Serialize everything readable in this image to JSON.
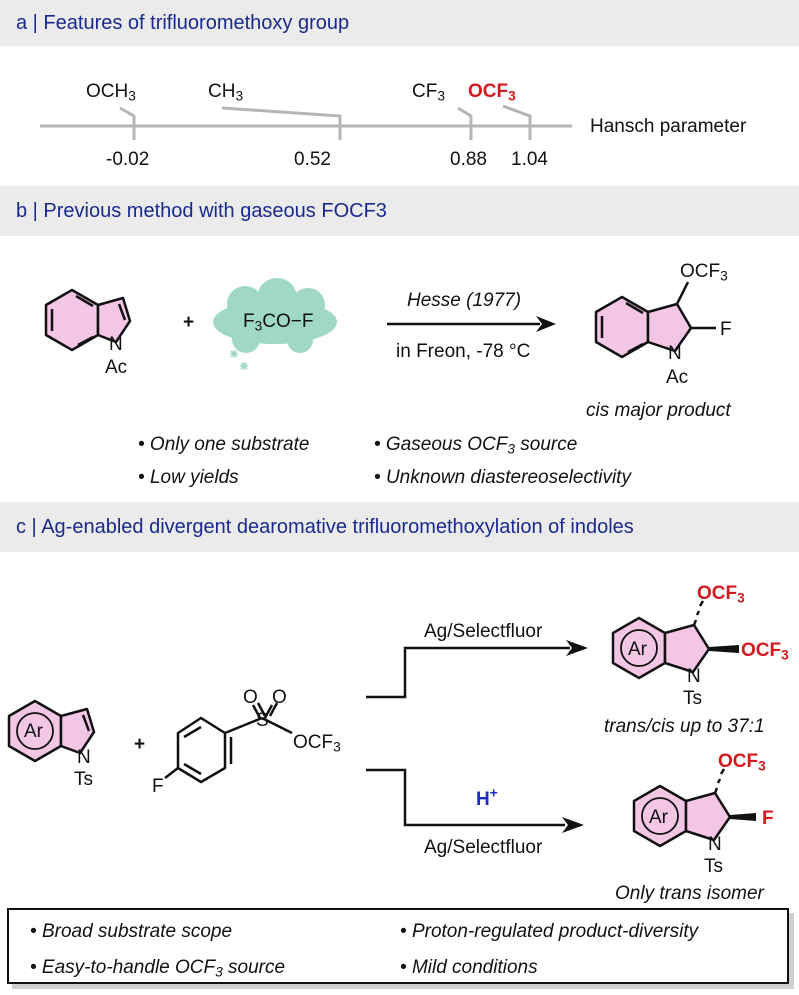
{
  "section_a": {
    "title": "a | Features of trifluoromethoxy group",
    "axis_label": "Hansch parameter",
    "groups": [
      "OCH3",
      "CH3",
      "CF3",
      "OCF3"
    ],
    "values": [
      "-0.02",
      "0.52",
      "0.88",
      "1.04"
    ]
  },
  "section_b": {
    "title": "b | Previous method with gaseous FOCF3",
    "reagent": "F3CO−F",
    "conditions_top": "Hesse (1977)",
    "conditions_bottom": "in Freon, -78 °C",
    "substrate_n": "N",
    "substrate_ac": "Ac",
    "plus": "+",
    "product_ocf3": "OCF3",
    "product_f": "F",
    "product_n": "N",
    "product_ac": "Ac",
    "product_caption": "cis major product",
    "bullets": [
      "Only one substrate",
      "Gaseous OCF3 source",
      "Low yields",
      "Unknown diastereoselectivity"
    ]
  },
  "section_c": {
    "title": "c | Ag-enabled divergent dearomative trifluoromethoxylation of indoles",
    "substrate_ar": "Ar",
    "substrate_n": "N",
    "substrate_ts": "Ts",
    "plus": "+",
    "reagent_o1": "O",
    "reagent_o2": "O",
    "reagent_s": "S",
    "reagent_ocf3": "OCF3",
    "reagent_f": "F",
    "upper_conditions": "Ag/Selectfluor",
    "lower_additive": "H+",
    "lower_conditions": "Ag/Selectfluor",
    "upper_product": {
      "ar": "Ar",
      "n": "N",
      "ts": "Ts",
      "ocf3_top": "OCF3",
      "ocf3_side": "OCF3"
    },
    "upper_caption": "trans/cis up to 37:1",
    "lower_product": {
      "ar": "Ar",
      "n": "N",
      "ts": "Ts",
      "ocf3_top": "OCF3",
      "f": "F"
    },
    "lower_caption": "Only trans isomer"
  },
  "summary": {
    "bullets": [
      "Broad substrate scope",
      "Proton-regulated product-diversity",
      "Easy-to-handle OCF3 source",
      "Mild conditions"
    ]
  },
  "colors": {
    "header_bg": "#ebebeb",
    "header_text": "#1a2a8c",
    "ring_fill": "#f4c6e6",
    "highlight_red": "#d4191f",
    "cloud": "#9fd8c3"
  }
}
